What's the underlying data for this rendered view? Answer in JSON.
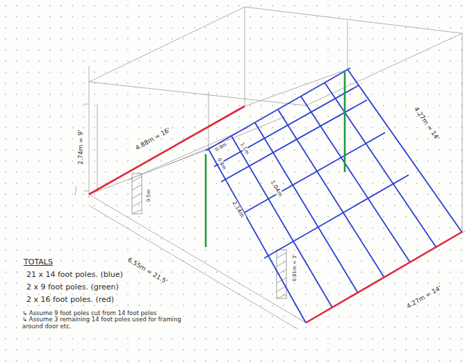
{
  "diagram": {
    "labels": [
      "2.74m = 9'",
      "4.88m = 16'",
      "0.5m",
      "0.9m",
      "1.1m",
      "0.8m",
      "1.04m",
      "2.14m",
      "4.27m = 14'",
      "6.55m = 21.5'",
      "0.91m = 3'",
      "4.27m = 14'",
      "TOTALS",
      "21 x 14 foot poles. (blue)",
      "2 x 9 foot poles. (green)",
      "2 x 16 foot poles. (red)",
      "↳ Assume 9 foot poles cut from 14 foot poles",
      "↳ Assume 3 remaining 14 foot poles used for framing around door etc."
    ]
  }
}
